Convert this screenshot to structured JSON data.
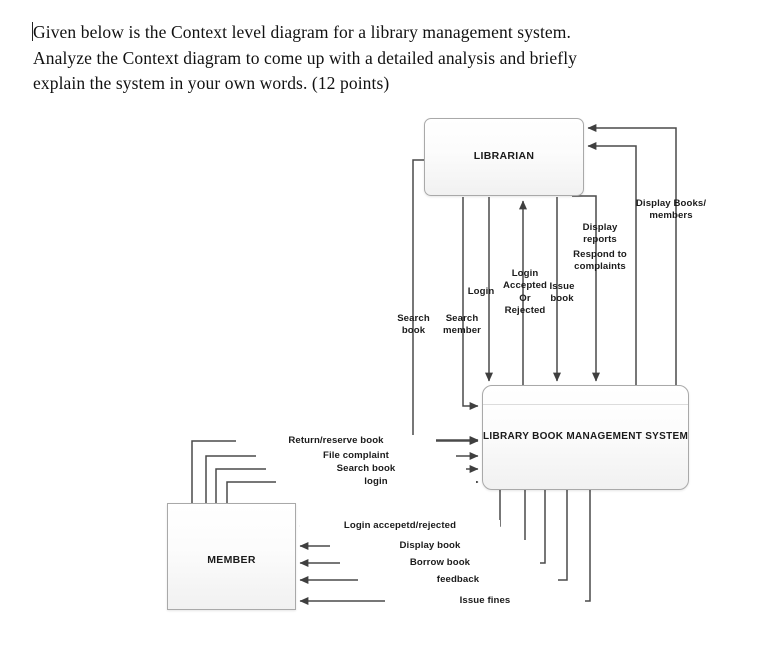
{
  "prompt": {
    "line1": "Given below is the Context level diagram for a library management system.",
    "line2": "Analyze the Context diagram to come up with a detailed analysis and briefly",
    "line3": "explain the system in your own words. (12 points)"
  },
  "diagram": {
    "type": "context-level-data-flow-diagram",
    "entities": [
      {
        "id": "librarian",
        "label": "LIBRARIAN",
        "shape": "rounded-rectangle"
      },
      {
        "id": "system",
        "label": "LIBRARY BOOK  MANAGEMENT SYSTEM",
        "shape": "rounded-rectangle"
      },
      {
        "id": "member",
        "label": "MEMBER",
        "shape": "rectangle"
      }
    ],
    "flows": [
      {
        "id": "search-book",
        "label": "Search book",
        "from": "librarian",
        "to": "system"
      },
      {
        "id": "search-member",
        "label": "Search member",
        "from": "librarian",
        "to": "system"
      },
      {
        "id": "login-librarian",
        "label": "Login",
        "from": "librarian",
        "to": "system"
      },
      {
        "id": "login-accepted",
        "label_line1": "Login",
        "label_line2": "Accepted",
        "label_line3": "Or",
        "label_line4": "Rejected",
        "from": "system",
        "to": "librarian"
      },
      {
        "id": "issue-book",
        "label_line1": "Issue",
        "label_line2": "book",
        "from": "librarian",
        "to": "system"
      },
      {
        "id": "respond-complaints",
        "label_line1": "Respond to",
        "label_line2": "complaints",
        "from": "librarian",
        "to": "system"
      },
      {
        "id": "display-reports",
        "label_line1": "Display",
        "label_line2": "reports",
        "from": "system",
        "to": "librarian"
      },
      {
        "id": "display-books",
        "label_line1": "Display Books/",
        "label_line2": "members",
        "from": "system",
        "to": "librarian"
      },
      {
        "id": "return-reserve",
        "label": "Return/reserve book",
        "from": "member",
        "to": "system"
      },
      {
        "id": "file-complaint",
        "label": "File complaint",
        "from": "member",
        "to": "system"
      },
      {
        "id": "member-search-book",
        "label": "Search book",
        "from": "member",
        "to": "system"
      },
      {
        "id": "member-login",
        "label": "login",
        "from": "member",
        "to": "system"
      },
      {
        "id": "login-accepted-rej",
        "label": "Login accepetd/rejected",
        "from": "system",
        "to": "member"
      },
      {
        "id": "display-book",
        "label": "Display book",
        "from": "system",
        "to": "member"
      },
      {
        "id": "borrow-book",
        "label": "Borrow book",
        "from": "system",
        "to": "member"
      },
      {
        "id": "feedback",
        "label": "feedback",
        "from": "system",
        "to": "member"
      },
      {
        "id": "issue-fines",
        "label": "Issue fines",
        "from": "system",
        "to": "member"
      }
    ],
    "colors": {
      "line": "#4a4a4a",
      "node_border": "#a9a9a9",
      "node_fill_top": "#ffffff",
      "node_fill_bottom": "#f1f1f1",
      "text": "#1a1a1a",
      "background": "#ffffff"
    }
  }
}
